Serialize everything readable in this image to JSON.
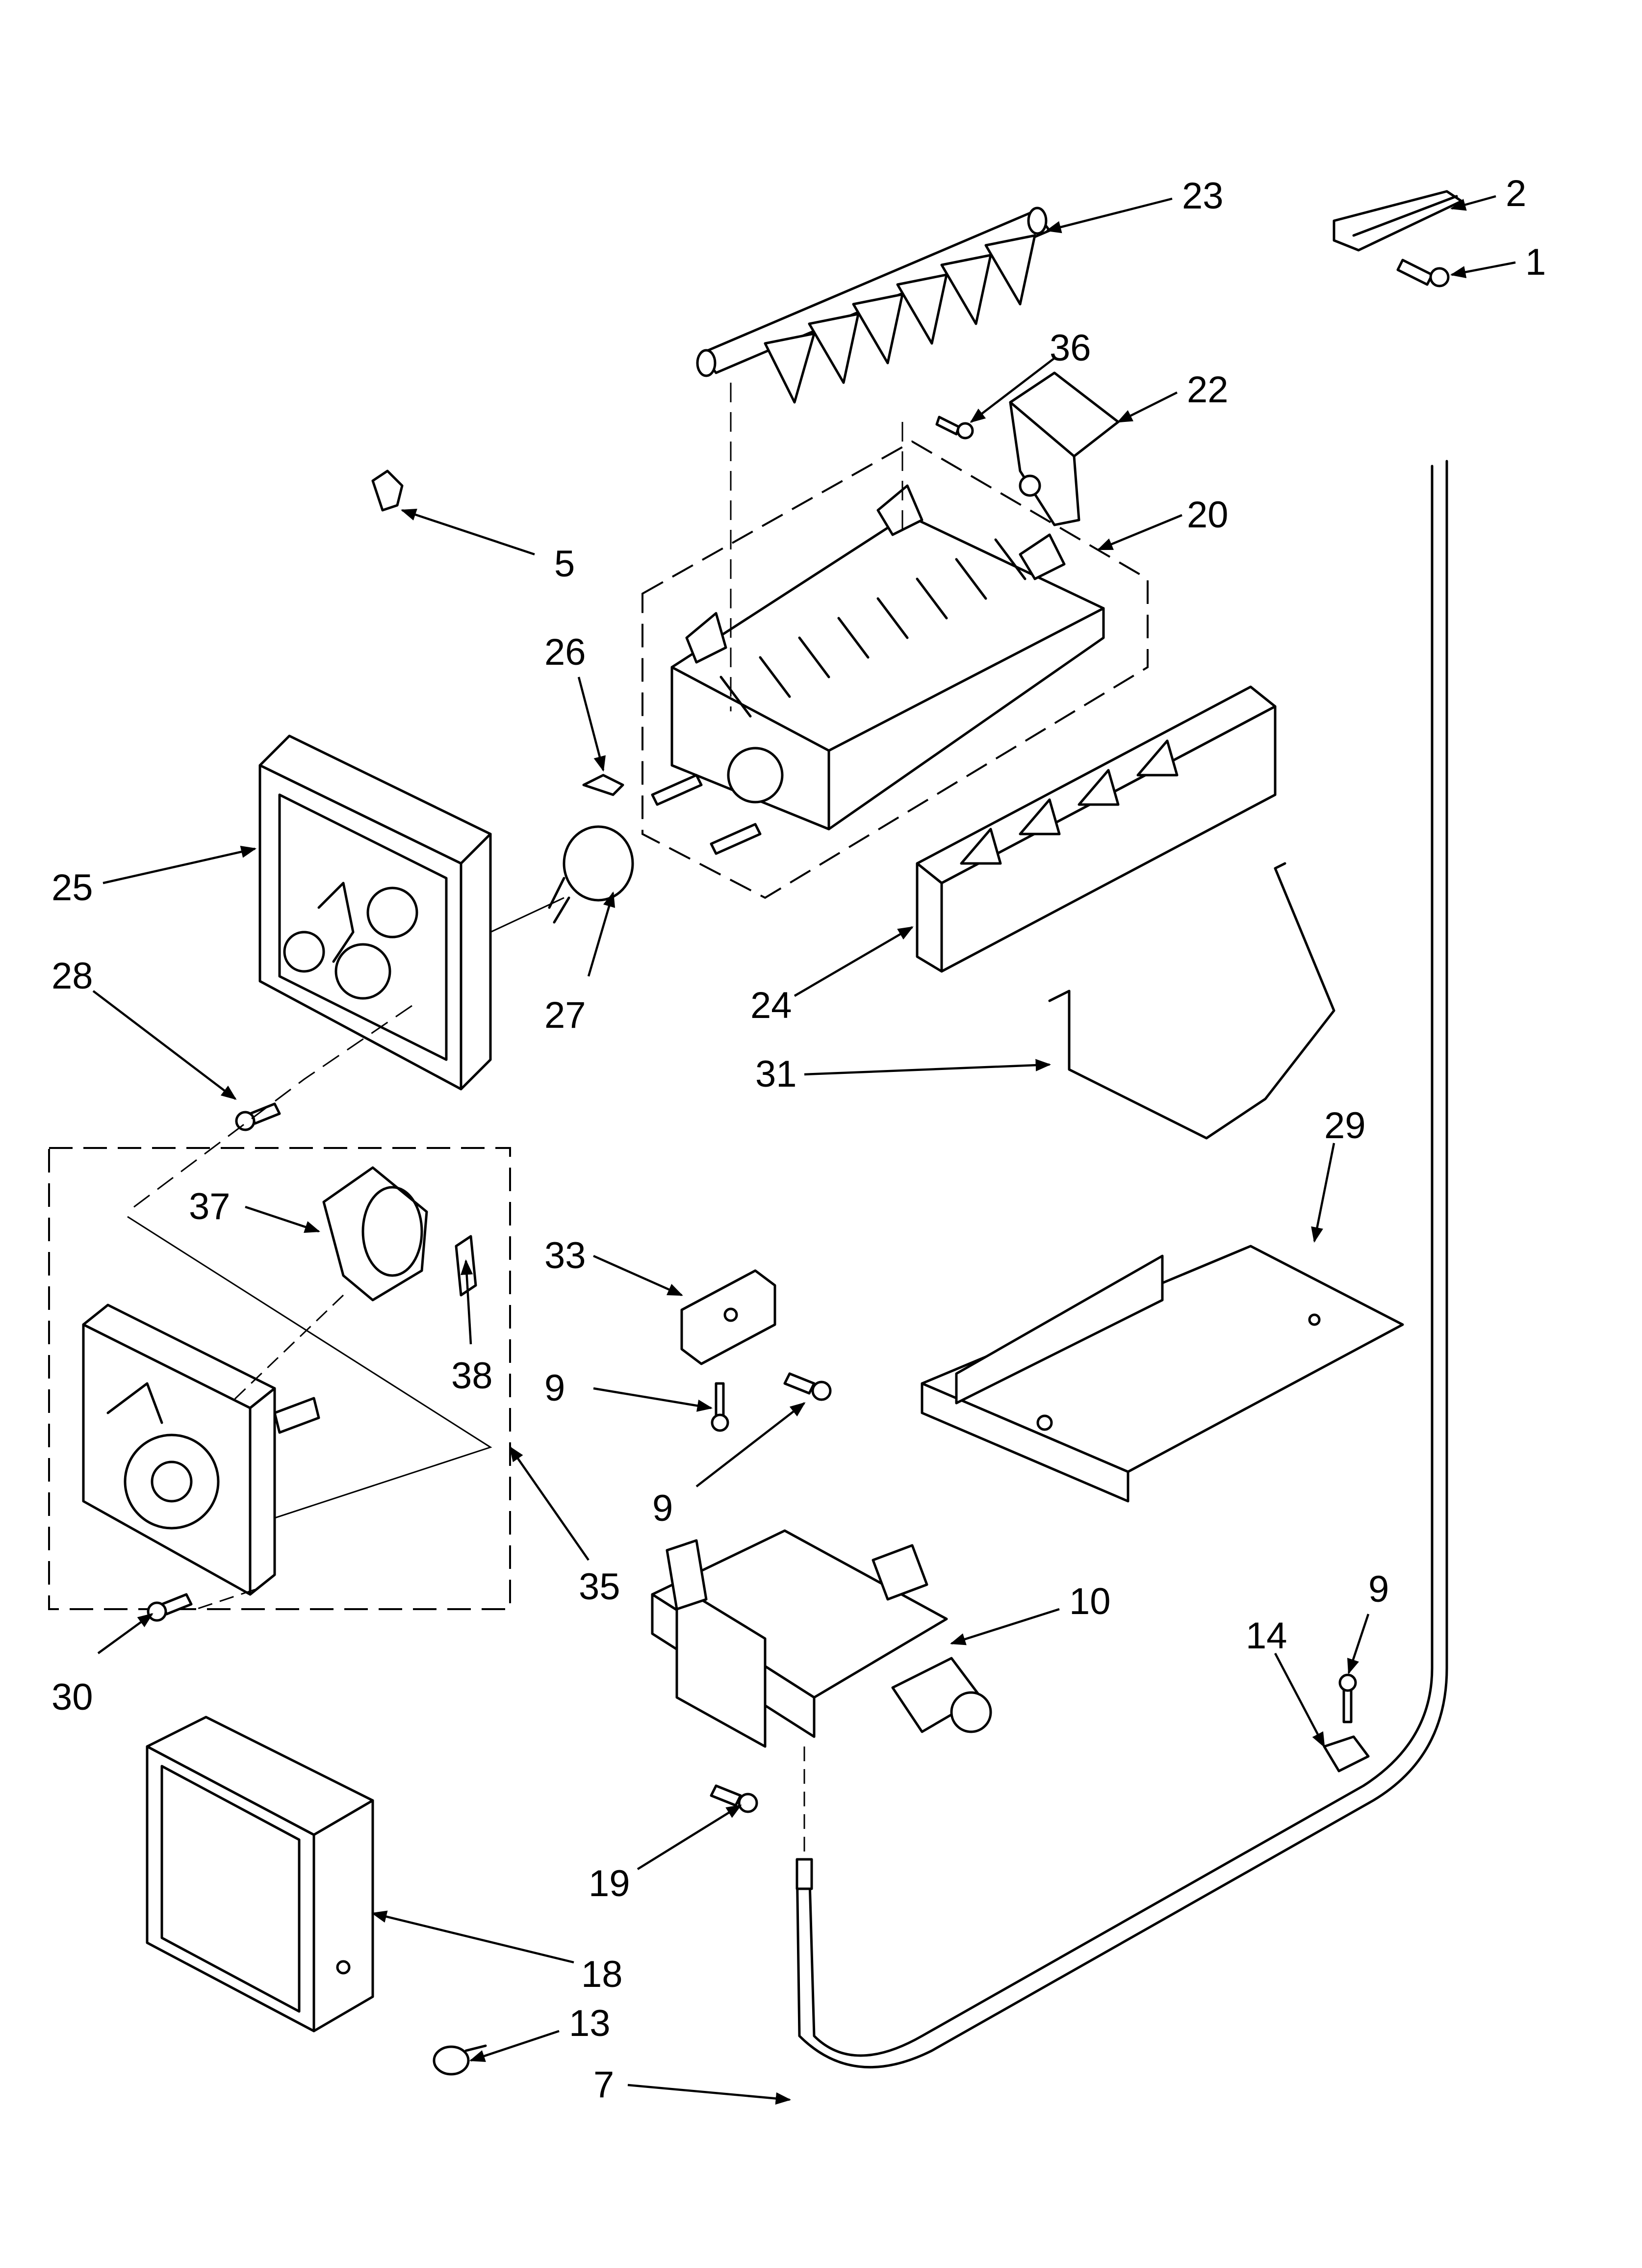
{
  "callouts": [
    {
      "id": "23",
      "text": "23"
    },
    {
      "id": "2",
      "text": "2"
    },
    {
      "id": "1",
      "text": "1"
    },
    {
      "id": "36",
      "text": "36"
    },
    {
      "id": "22",
      "text": "22"
    },
    {
      "id": "5",
      "text": "5"
    },
    {
      "id": "20",
      "text": "20"
    },
    {
      "id": "26",
      "text": "26"
    },
    {
      "id": "25",
      "text": "25"
    },
    {
      "id": "28",
      "text": "28"
    },
    {
      "id": "27",
      "text": "27"
    },
    {
      "id": "24",
      "text": "24"
    },
    {
      "id": "31",
      "text": "31"
    },
    {
      "id": "29",
      "text": "29"
    },
    {
      "id": "37",
      "text": "37"
    },
    {
      "id": "33",
      "text": "33"
    },
    {
      "id": "38",
      "text": "38"
    },
    {
      "id": "9a",
      "text": "9"
    },
    {
      "id": "9b",
      "text": "9"
    },
    {
      "id": "35",
      "text": "35"
    },
    {
      "id": "10",
      "text": "10"
    },
    {
      "id": "9c",
      "text": "9"
    },
    {
      "id": "14",
      "text": "14"
    },
    {
      "id": "30",
      "text": "30"
    },
    {
      "id": "19",
      "text": "19"
    },
    {
      "id": "18",
      "text": "18"
    },
    {
      "id": "13",
      "text": "13"
    },
    {
      "id": "7",
      "text": "7"
    }
  ],
  "colors": {
    "ink": "#000000",
    "background": "#ffffff"
  }
}
